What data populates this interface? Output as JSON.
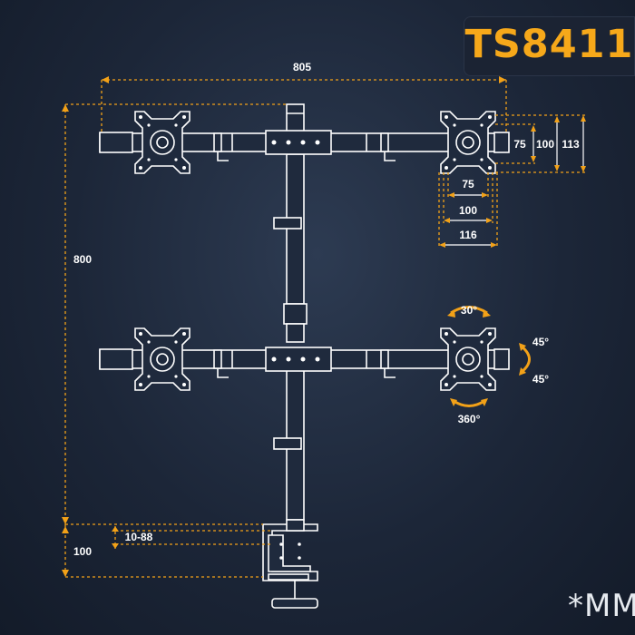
{
  "header": {
    "model": "TS8411"
  },
  "units": {
    "label": "*MM"
  },
  "dimensions": {
    "total_width": "805",
    "total_height": "800",
    "clamp_height": "100",
    "clamp_range": "10-88",
    "vesa_v_small": "75",
    "vesa_v_mid": "100",
    "vesa_v_large": "113",
    "vesa_h_small": "75",
    "vesa_h_mid": "100",
    "vesa_h_large": "116"
  },
  "rotations": {
    "swivel": "30°",
    "tilt_up": "45°",
    "tilt_down": "45°",
    "rotate": "360°"
  },
  "colors": {
    "accent": "#f2a118",
    "background": "#1c2638",
    "line": "#ffffff"
  }
}
